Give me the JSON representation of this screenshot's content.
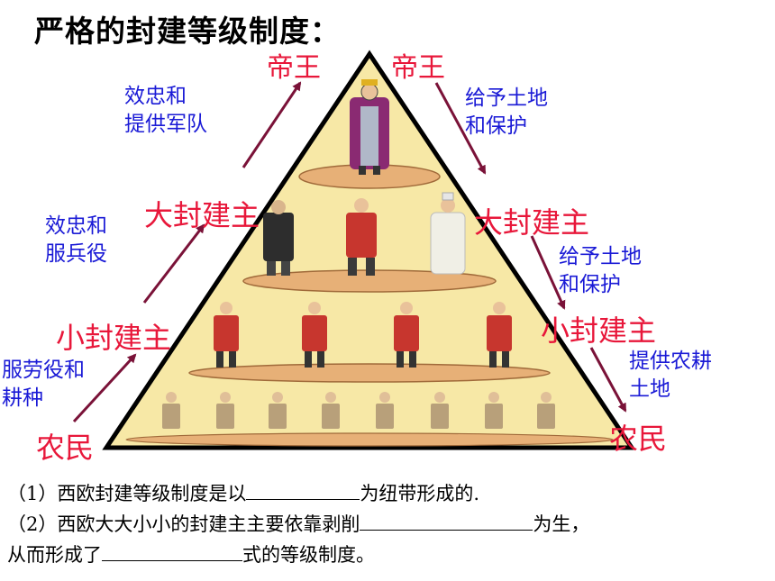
{
  "title": "严格的封建等级制度：",
  "levels": {
    "emperor_left": "帝王",
    "emperor_right": "帝王",
    "great_lord_left": "大封建主",
    "great_lord_right": "大封建主",
    "small_lord_left": "小封建主",
    "small_lord_right": "小封建主",
    "peasant_left": "农民",
    "peasant_right": "农民"
  },
  "relations": {
    "left_top": [
      "效忠和",
      "提供军队"
    ],
    "left_mid": [
      "效忠和",
      "服兵役"
    ],
    "left_bottom": [
      "服劳役和",
      "耕种"
    ],
    "right_top": [
      "给予土地",
      "和保护"
    ],
    "right_mid": [
      "给予土地",
      "和保护"
    ],
    "right_bottom": [
      "提供农耕",
      "土地"
    ]
  },
  "questions": {
    "q1_pre": "（1）西欧封建等级制度是以",
    "q1_post": "为纽带形成的.",
    "q2_pre": "（2）西欧大大小小的封建主主要依靠剥削",
    "q2_post": "为生，",
    "q3_pre": "从而形成了",
    "q3_post": "式的等级制度。"
  },
  "colors": {
    "triangle_fill": "#f7e8a6",
    "label_red": "#e8173a",
    "label_blue": "#1a1ad6",
    "arrow": "#7a1238"
  }
}
